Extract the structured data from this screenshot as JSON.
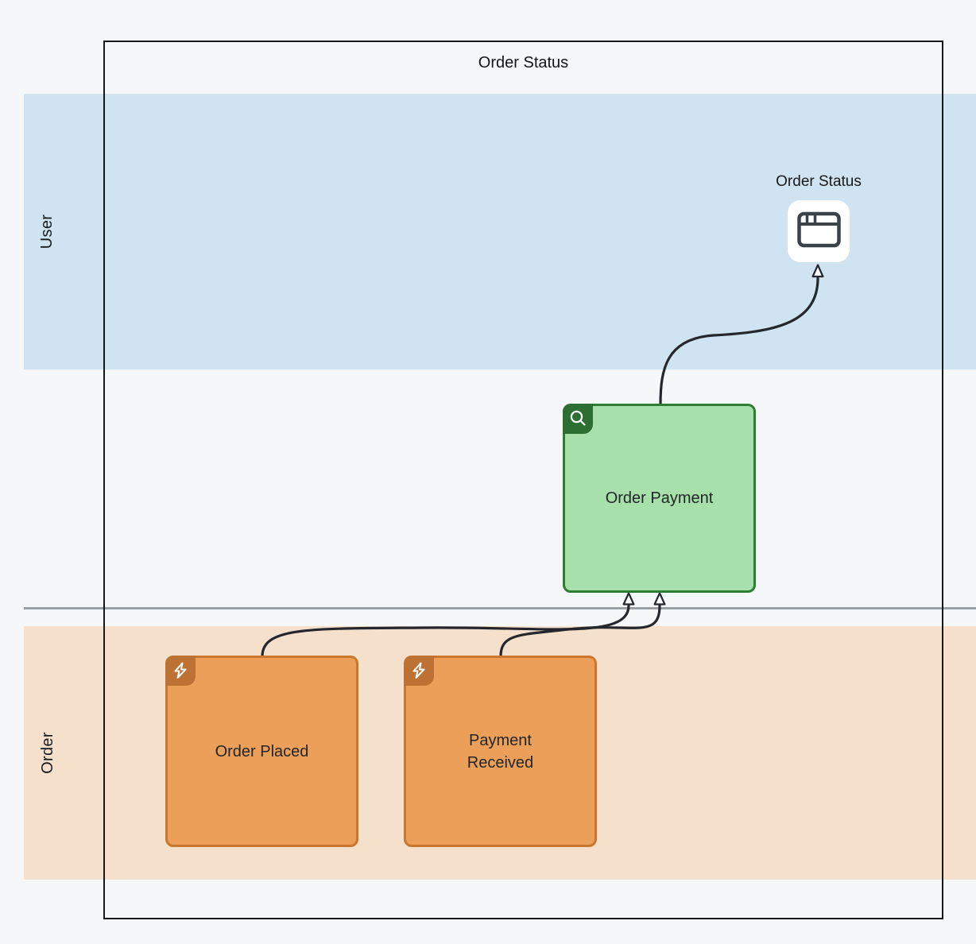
{
  "frame": {
    "title": "Order Status"
  },
  "lanes": {
    "user": {
      "label": "User",
      "color": "#cfe4f0"
    },
    "order": {
      "label": "Order",
      "color": "#f5e0cb"
    }
  },
  "nodes": {
    "order_status_view": {
      "label": "Order Status",
      "icon": "browser-window-icon",
      "color": "#ffffff"
    },
    "order_payment": {
      "label": "Order Payment",
      "icon": "magnifier-icon",
      "fill": "#a7e0ab",
      "border": "#2e7d35",
      "badge": "#2d6e33"
    },
    "order_placed": {
      "label": "Order Placed",
      "icon": "lightning-icon",
      "fill": "#eb9f58",
      "border": "#c9772e",
      "badge": "#bd7233"
    },
    "payment_received": {
      "label": "Payment Received",
      "icon": "lightning-icon",
      "fill": "#eb9f58",
      "border": "#c9772e",
      "badge": "#bd7233"
    }
  },
  "connections": [
    {
      "from": "Order Placed",
      "to": "Order Payment"
    },
    {
      "from": "Payment Received",
      "to": "Order Payment"
    },
    {
      "from": "Order Payment",
      "to": "Order Status"
    }
  ],
  "colors": {
    "canvas_background": "#f5f7f9",
    "frame_border": "#16181b",
    "lane_separator": "#9aa0a3",
    "connector": "#24272d",
    "view_icon": "#3b4248"
  }
}
